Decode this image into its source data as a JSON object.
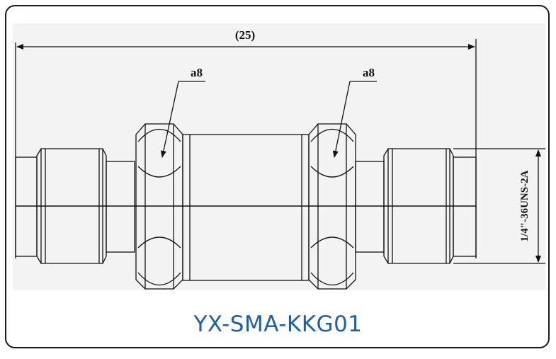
{
  "drawing": {
    "overall_length_label": "(25)",
    "callout_left": "a8",
    "callout_right": "a8",
    "thread_label": "1/4\"-36UNS-2A"
  },
  "caption": {
    "model_number": "YX-SMA-KKG01"
  },
  "colors": {
    "line": "#111111",
    "caption": "#1f5fa3",
    "background_panel": "#f3f3f3"
  }
}
